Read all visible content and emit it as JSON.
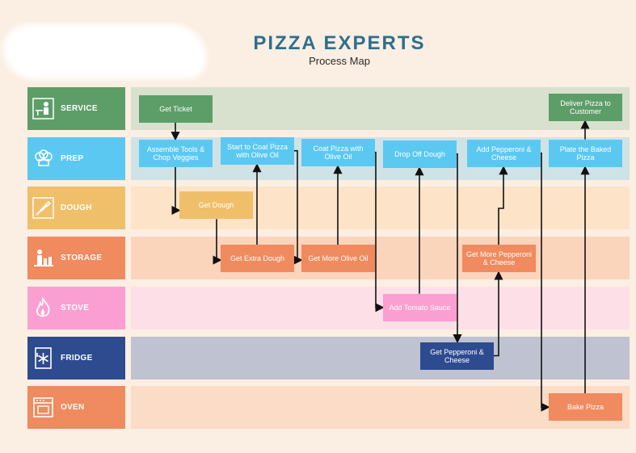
{
  "header": {
    "title": "PIZZA EXPERTS",
    "subtitle": "Process Map"
  },
  "colors": {
    "page_bg": "#fbeee2",
    "arrow": "#111111"
  },
  "lanes": [
    {
      "id": "service",
      "label": "SERVICE",
      "icon": "waiter-icon",
      "label_color": "#5d9d68",
      "band_color": "#d8e1ce"
    },
    {
      "id": "prep",
      "label": "PREP",
      "icon": "chef-hat-icon",
      "label_color": "#5bc8f2",
      "band_color": "#cfe3e6"
    },
    {
      "id": "dough",
      "label": "DOUGH",
      "icon": "pizza-slice-icon",
      "label_color": "#efbf6a",
      "band_color": "#fde3c7"
    },
    {
      "id": "storage",
      "label": "STORAGE",
      "icon": "shelves-icon",
      "label_color": "#f08a5f",
      "band_color": "#fbd4bc"
    },
    {
      "id": "stove",
      "label": "STOVE",
      "icon": "flame-icon",
      "label_color": "#fb9fd2",
      "band_color": "#fde0e7"
    },
    {
      "id": "fridge",
      "label": "FRIDGE",
      "icon": "fridge-snowflake-icon",
      "label_color": "#2e4b90",
      "band_color": "#bfc2d1"
    },
    {
      "id": "oven",
      "label": "OVEN",
      "icon": "oven-icon",
      "label_color": "#f08a5f",
      "band_color": "#fbdcc6"
    }
  ],
  "steps": [
    {
      "id": "get_ticket",
      "label": "Get Ticket",
      "lane": "service",
      "color": "#5d9d68"
    },
    {
      "id": "deliver",
      "label": "Deliver Pizza to Customer",
      "lane": "service",
      "color": "#5d9d68"
    },
    {
      "id": "assemble",
      "label": "Assemble Tools & Chop Veggies",
      "lane": "prep",
      "color": "#5bc8f2"
    },
    {
      "id": "coat_oil",
      "label": "Start to Coat Pizza with Olive Oil",
      "lane": "prep",
      "color": "#5bc8f2"
    },
    {
      "id": "coat_oil2",
      "label": "Coat Pizza with Olive Oil",
      "lane": "prep",
      "color": "#5bc8f2"
    },
    {
      "id": "drop_dough",
      "label": "Drop Off Dough",
      "lane": "prep",
      "color": "#5bc8f2"
    },
    {
      "id": "add_pep",
      "label": "Add Pepperoni & Cheese",
      "lane": "prep",
      "color": "#5bc8f2"
    },
    {
      "id": "plate",
      "label": "Plate the Baked Pizza",
      "lane": "prep",
      "color": "#5bc8f2"
    },
    {
      "id": "get_dough",
      "label": "Get Dough",
      "lane": "dough",
      "color": "#efbf6a"
    },
    {
      "id": "extra_dough",
      "label": "Get Extra Dough",
      "lane": "storage",
      "color": "#f08a5f"
    },
    {
      "id": "more_oil",
      "label": "Get More Olive Oil",
      "lane": "storage",
      "color": "#f08a5f"
    },
    {
      "id": "more_pep",
      "label": "Get More Pepperoni & Cheese",
      "lane": "storage",
      "color": "#f08a5f"
    },
    {
      "id": "tomato",
      "label": "Add Tomato Sauce",
      "lane": "stove",
      "color": "#fb9fd2"
    },
    {
      "id": "get_pep",
      "label": "Get Pepperoni & Cheese",
      "lane": "fridge",
      "color": "#2e4b90"
    },
    {
      "id": "bake",
      "label": "Bake Pizza",
      "lane": "oven",
      "color": "#f08a5f"
    }
  ],
  "flows": [
    [
      "get_ticket",
      "assemble"
    ],
    [
      "assemble",
      "get_dough"
    ],
    [
      "get_dough",
      "extra_dough"
    ],
    [
      "extra_dough",
      "coat_oil"
    ],
    [
      "coat_oil",
      "more_oil"
    ],
    [
      "more_oil",
      "coat_oil2"
    ],
    [
      "coat_oil2",
      "tomato"
    ],
    [
      "tomato",
      "drop_dough"
    ],
    [
      "drop_dough",
      "get_pep"
    ],
    [
      "get_pep",
      "more_pep"
    ],
    [
      "more_pep",
      "add_pep"
    ],
    [
      "add_pep",
      "bake"
    ],
    [
      "bake",
      "plate"
    ],
    [
      "plate",
      "deliver"
    ]
  ]
}
